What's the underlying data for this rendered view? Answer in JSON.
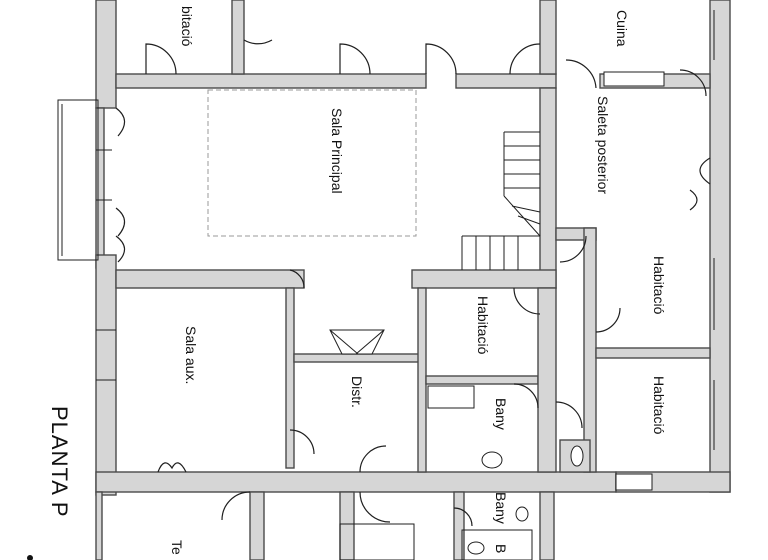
{
  "rooms": {
    "habitacio_top_left": "bitació",
    "cuina": "Cuina",
    "sala_principal": "Sala Principal",
    "saleta_posterior": "Saleta posterior",
    "habitacio_mid": "Habitació",
    "habitacio_right_upper": "Habitació",
    "habitacio_right_lower": "Habitació",
    "sala_aux": "Sala aux.",
    "distr": "Distr.",
    "bany_upper": "Bany",
    "bany_lower": "Bany",
    "bany_bottom_partial": "B",
    "te_partial": "Te"
  },
  "title": "PLANTA P"
}
